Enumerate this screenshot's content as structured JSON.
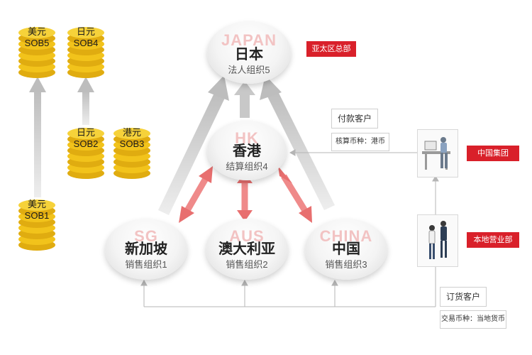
{
  "colors": {
    "accent": "#d9202a",
    "coin": "#f2c31b",
    "arrow_gray": "#cccccc",
    "arrow_red": "#ef8a8a"
  },
  "coins": {
    "usd_sob5": {
      "currency": "美元",
      "sob": "SOB5"
    },
    "jpy_sob4": {
      "currency": "日元",
      "sob": "SOB4"
    },
    "jpy_sob2": {
      "currency": "日元",
      "sob": "SOB2"
    },
    "hkd_sob3": {
      "currency": "港元",
      "sob": "SOB3"
    },
    "usd_sob1": {
      "currency": "美元",
      "sob": "SOB1"
    }
  },
  "nodes": {
    "japan": {
      "bg": "JAPAN",
      "title": "日本",
      "sub": "法人组织5"
    },
    "hk": {
      "bg": "HK",
      "title": "香港",
      "sub": "结算组织4"
    },
    "sg": {
      "bg": "SG",
      "title": "新加坡",
      "sub": "销售组织1"
    },
    "aus": {
      "bg": "AUS",
      "title": "澳大利亚",
      "sub": "销售组织2"
    },
    "china": {
      "bg": "CHINA",
      "title": "中国",
      "sub": "销售组织3"
    }
  },
  "tags": {
    "apac_hq": "亚太区总部",
    "china_group": "中国集团",
    "local_sales": "本地营业部"
  },
  "payment": {
    "title": "付款客户",
    "detail": "核算币种：港币"
  },
  "order": {
    "title": "订货客户",
    "detail": "交易币种：当地货币"
  },
  "icons": {
    "office_person": "person-at-desk-icon",
    "people": "business-people-icon"
  }
}
